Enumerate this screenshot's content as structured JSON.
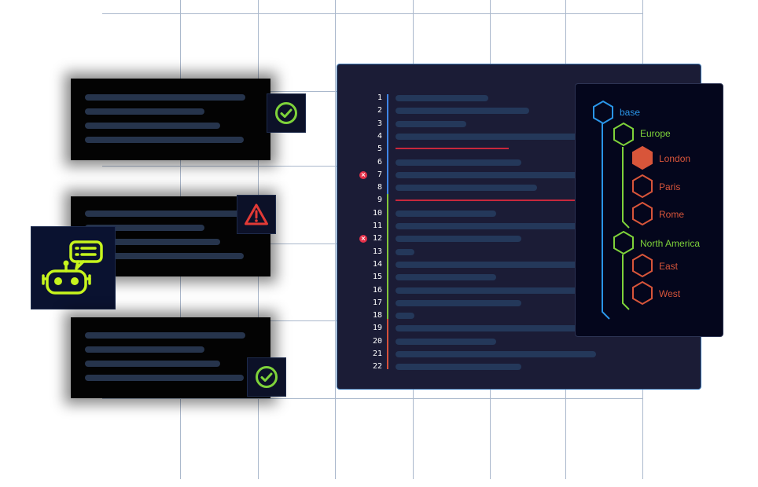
{
  "colors": {
    "check": "#7ed23a",
    "warning": "#e23a36",
    "robot": "#c7f41d",
    "error": "#e4314a",
    "gutter_blue": "#3f86e8",
    "gutter_green": "#82c83a",
    "gutter_red": "#d8503a",
    "tree_base": "#2a95e8",
    "tree_region": "#7ed23a",
    "tree_city": "#d8553a"
  },
  "cards": [
    {
      "status": "ok",
      "icon": "check-circle-icon"
    },
    {
      "status": "warning",
      "icon": "warning-triangle-icon"
    },
    {
      "status": "ok",
      "icon": "check-circle-icon"
    }
  ],
  "robot": {
    "icon": "robot-chat-icon"
  },
  "editor": {
    "line_numbers": [
      "1",
      "2",
      "3",
      "4",
      "5",
      "6",
      "7",
      "8",
      "9",
      "10",
      "11",
      "12",
      "13",
      "14",
      "15",
      "16",
      "17",
      "18",
      "19",
      "20",
      "21",
      "22"
    ],
    "error_lines": [
      "7",
      "12"
    ],
    "error_icon": "error-x-icon"
  },
  "tree": {
    "base": "base",
    "regions": [
      {
        "name": "Europe",
        "cities": [
          "London",
          "Paris",
          "Rome"
        ]
      },
      {
        "name": "North America",
        "cities": [
          "East",
          "West"
        ]
      }
    ],
    "selected_city": "London"
  }
}
